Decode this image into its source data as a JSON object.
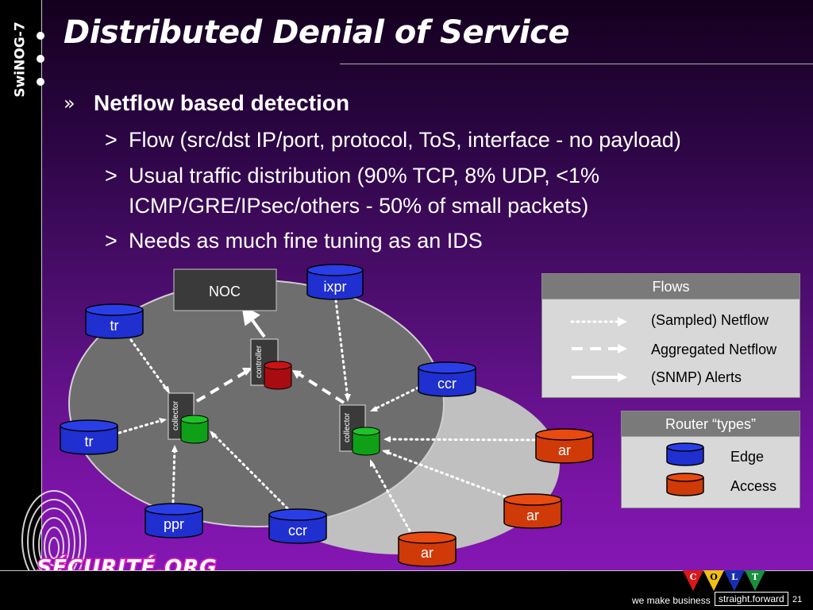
{
  "sidebar": {
    "label": "SwiNOG-7"
  },
  "slide": {
    "title": "Distributed Denial of Service",
    "bullet_mark": "»",
    "heading": "Netflow based detection",
    "sub_mark": ">",
    "subs": [
      {
        "line1": "Flow (src/dst IP/port, protocol, ToS, interface - no payload)"
      },
      {
        "line1": "Usual traffic distribution (90% TCP, 8% UDP, <1%",
        "line2": "ICMP/GRE/IPsec/others - 50% of small packets)"
      },
      {
        "line1": "Needs as much fine tuning as an IDS"
      }
    ]
  },
  "diagram": {
    "noc": "NOC",
    "controller": "controller",
    "collector": "collector",
    "nodes": {
      "ixpr": "ixpr",
      "tr_top": "tr",
      "tr_left": "tr",
      "ccr_right": "ccr",
      "ppr": "ppr",
      "ccr_bottom": "ccr",
      "ar_1": "ar",
      "ar_2": "ar",
      "ar_3": "ar"
    }
  },
  "legend_flows": {
    "title": "Flows",
    "items": [
      "(Sampled) Netflow",
      "Aggregated Netflow",
      "(SNMP) Alerts"
    ]
  },
  "legend_types": {
    "title": "Router “types”",
    "items": [
      "Edge",
      "Access"
    ]
  },
  "colors": {
    "edge": "#1f2fd0",
    "access": "#d03a08",
    "db_green": "#10a018",
    "db_red": "#a80c10"
  },
  "logo": {
    "text": "SÉCURITÉ.ORG"
  },
  "footer": {
    "colt_letters": [
      "C",
      "O",
      "L",
      "T"
    ],
    "tagline": "we make business",
    "tagbox": "straight.forward",
    "page": "21"
  }
}
